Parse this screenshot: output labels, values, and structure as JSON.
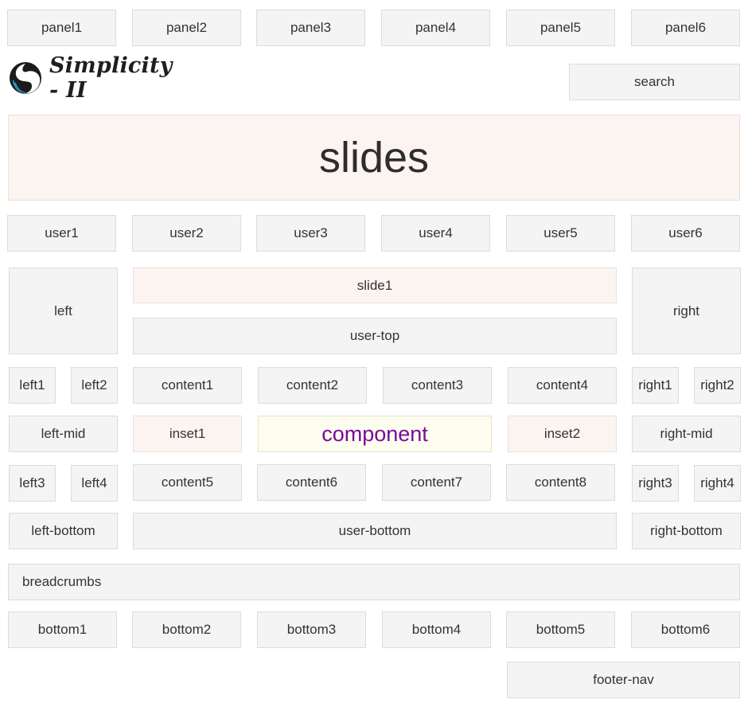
{
  "panels": [
    "panel1",
    "panel2",
    "panel3",
    "panel4",
    "panel5",
    "panel6"
  ],
  "logo": {
    "text": "Simplicity - II",
    "icon": "swirl-logo-icon",
    "colors": [
      "#2a9fd8",
      "#1b1b1b"
    ]
  },
  "search": {
    "label": "search"
  },
  "slides": {
    "label": "slides"
  },
  "users": [
    "user1",
    "user2",
    "user3",
    "user4",
    "user5",
    "user6"
  ],
  "left": "left",
  "right": "right",
  "slide1": "slide1",
  "user_top": "user-top",
  "left_modules": [
    "left1",
    "left2",
    "left3",
    "left4"
  ],
  "right_modules": [
    "right1",
    "right2",
    "right3",
    "right4"
  ],
  "content": [
    "content1",
    "content2",
    "content3",
    "content4",
    "content5",
    "content6",
    "content7",
    "content8"
  ],
  "left_mid": "left-mid",
  "right_mid": "right-mid",
  "inset1": "inset1",
  "inset2": "inset2",
  "component": "component",
  "left_bottom": "left-bottom",
  "user_bottom": "user-bottom",
  "right_bottom": "right-bottom",
  "breadcrumbs": "breadcrumbs",
  "bottoms": [
    "bottom1",
    "bottom2",
    "bottom3",
    "bottom4",
    "bottom5",
    "bottom6"
  ],
  "footer_nav": "footer-nav",
  "colors": {
    "box": "#f4f4f4",
    "highlight_pink": "#fcf4f1",
    "highlight_cream": "#fdfdf0",
    "component_text": "#7a0a9a"
  }
}
